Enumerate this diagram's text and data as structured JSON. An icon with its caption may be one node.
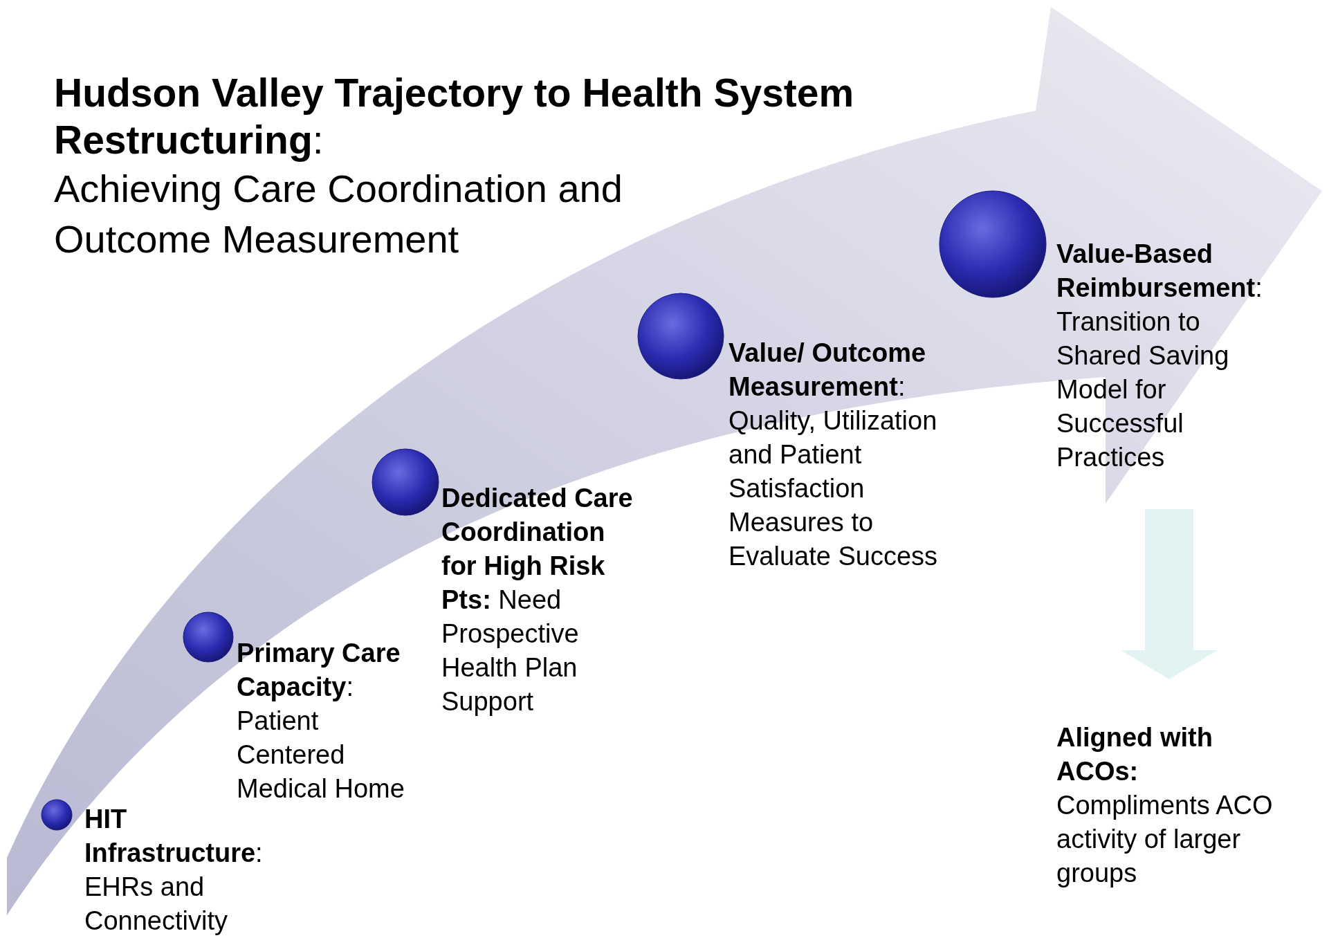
{
  "diagram": {
    "title": "**Hudson Valley Trajectory to Health System Restructuring**:",
    "nodes": [
      {
        "text": [
          "**HIT Infrastructure**:",
          "EHRs and Connectivity"
        ]
      },
      {
        "text": [
          "**Primary Care Capacity**:",
          "Patient Centered Medical Home"
        ]
      },
      {
        "text": [
          "**Dedicated Care Coordination for High Risk Pts:** Need Prospective Health Plan Support"
        ]
      },
      {
        "text": [
          "**Value/ Outcome Measurement**:",
          "Quality, Utilization and Patient Satisfaction Measures to Evaluate Success"
        ]
      },
      {
        "text": [
          "**Value-Based Reimbursement**:",
          "Transition to Shared Saving Model for Successful Practices"
        ]
      },
      {
        "text": [
          "**Aligned with ACOs:**",
          "Compliments ACO activity of larger groups"
        ]
      }
    ],
    "edges": [
      {
        "from": 4,
        "to": 5,
        "arrow": "to"
      }
    ],
    "labels": [
      "Achieving Care Coordination and Outcome Measurement"
    ]
  }
}
